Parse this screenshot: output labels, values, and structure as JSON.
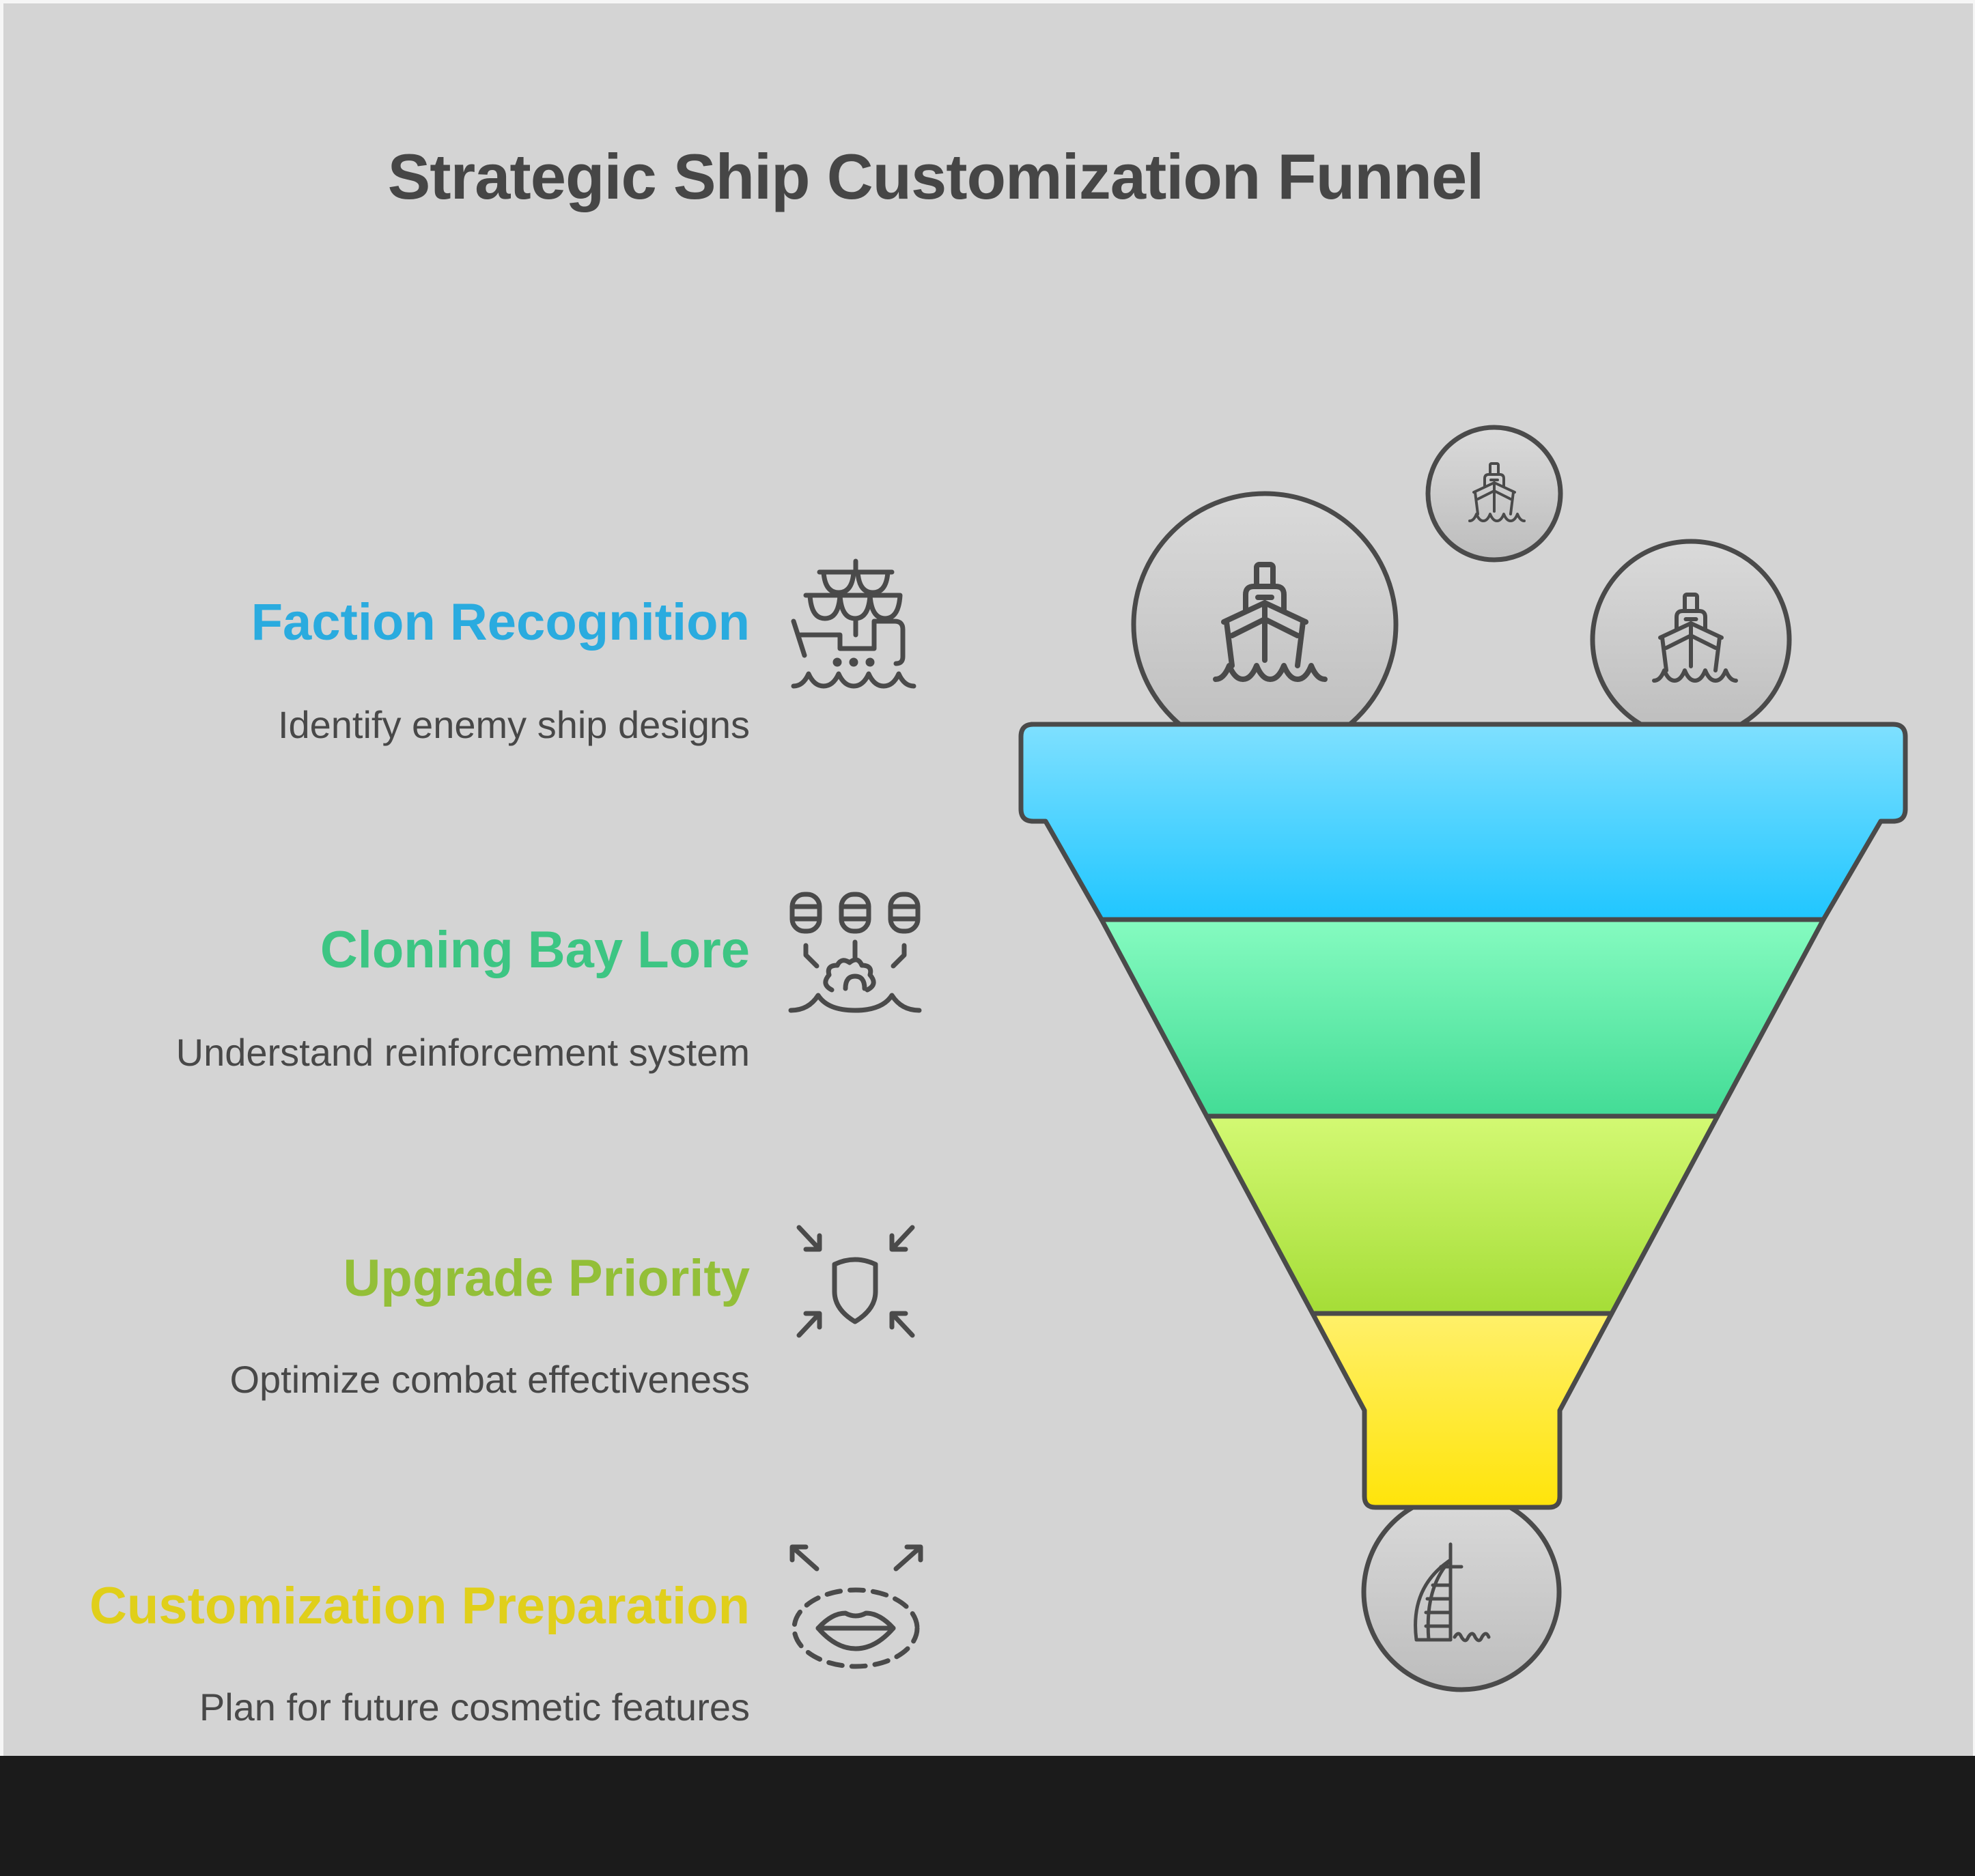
{
  "title": "Strategic Ship Customization Funnel",
  "stages": [
    {
      "heading": "Faction Recognition",
      "description": "Identify enemy ship designs",
      "color": "#2aabdf",
      "icon": "galleon-ship-icon"
    },
    {
      "heading": "Cloning Bay Lore",
      "description": "Understand reinforcement system",
      "color": "#3dc583",
      "icon": "coins-merge-icon"
    },
    {
      "heading": "Upgrade Priority",
      "description": "Optimize combat effectiveness",
      "color": "#93bf38",
      "icon": "shield-converge-icon"
    },
    {
      "heading": "Customization Preparation",
      "description": "Plan for future cosmetic features",
      "color": "#e0cf1a",
      "icon": "lips-expand-icon"
    }
  ],
  "funnel": {
    "band_colors": [
      [
        "#7fe0ff",
        "#20c6ff"
      ],
      [
        "#85fbc0",
        "#43dc96"
      ],
      [
        "#d3f973",
        "#a5dd37"
      ],
      [
        "#fff06a",
        "#ffe40a"
      ]
    ],
    "input_icons": [
      "ship-icon",
      "ship-icon",
      "ship-icon"
    ],
    "output_icon": "sail-tower-icon"
  }
}
